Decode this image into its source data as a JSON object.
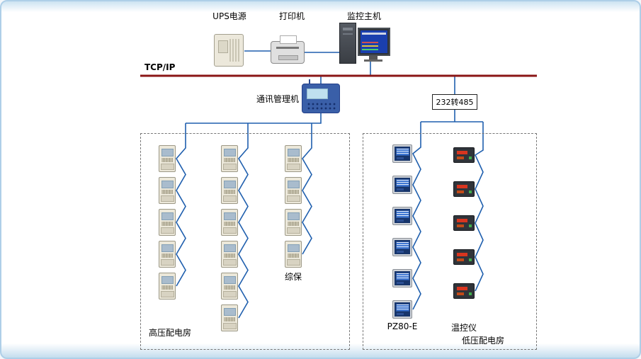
{
  "diagram": {
    "top_devices": {
      "ups": {
        "label": "UPS电源"
      },
      "printer": {
        "label": "打印机"
      },
      "host": {
        "label": "监控主机"
      }
    },
    "bus": {
      "label": "TCP/IP"
    },
    "comm_manager": {
      "label": "通讯管理机"
    },
    "converter": {
      "label": "232转485"
    },
    "regions": {
      "high_voltage": {
        "label": "高压配电房",
        "columns": [
          {
            "device": "protection-relay",
            "count": 5,
            "label": ""
          },
          {
            "device": "protection-relay",
            "count": 6,
            "label": ""
          },
          {
            "device": "protection-relay",
            "count": 4,
            "label": "综保"
          }
        ]
      },
      "low_voltage": {
        "label": "低压配电房",
        "columns": [
          {
            "device": "pz80-meter",
            "count": 6,
            "label": "PZ80-E"
          },
          {
            "device": "temp-controller",
            "count": 5,
            "label": "温控仪"
          }
        ]
      }
    },
    "colors": {
      "bus": "#8a1515",
      "wire": "#1f5fae"
    }
  }
}
